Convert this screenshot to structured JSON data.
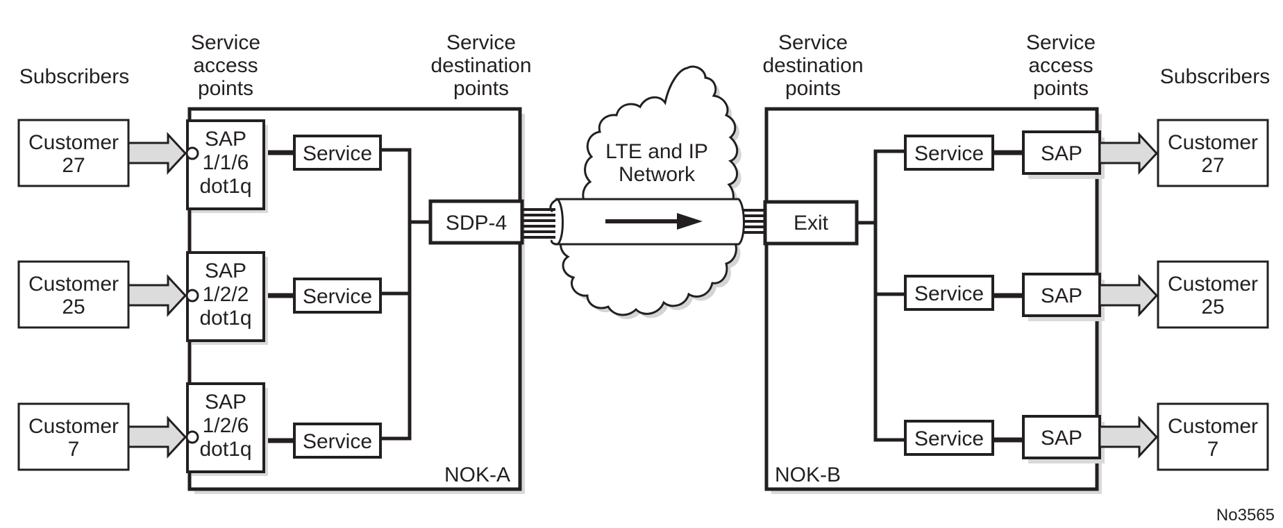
{
  "headers": {
    "left_subscribers": "Subscribers",
    "left_sap": [
      "Service",
      "access",
      "points"
    ],
    "left_sdp": [
      "Service",
      "destination",
      "points"
    ],
    "right_sdp": [
      "Service",
      "destination",
      "points"
    ],
    "right_sap": [
      "Service",
      "access",
      "points"
    ],
    "right_subscribers": "Subscribers"
  },
  "left_customers": [
    {
      "line1": "Customer",
      "line2": "27"
    },
    {
      "line1": "Customer",
      "line2": "25"
    },
    {
      "line1": "Customer",
      "line2": "7"
    }
  ],
  "left_saps": [
    {
      "line1": "SAP",
      "line2": "1/1/6",
      "line3": "dot1q"
    },
    {
      "line1": "SAP",
      "line2": "1/2/2",
      "line3": "dot1q"
    },
    {
      "line1": "SAP",
      "line2": "1/2/6",
      "line3": "dot1q"
    }
  ],
  "left_services": [
    "Service",
    "Service",
    "Service"
  ],
  "sdp_label": "SDP-4",
  "node_a": "NOK-A",
  "network": {
    "line1": "LTE and IP",
    "line2": "Network"
  },
  "exit_label": "Exit",
  "node_b": "NOK-B",
  "right_services": [
    "Service",
    "Service",
    "Service"
  ],
  "right_saps": [
    "SAP",
    "SAP",
    "SAP"
  ],
  "right_customers": [
    {
      "line1": "Customer",
      "line2": "27"
    },
    {
      "line1": "Customer",
      "line2": "25"
    },
    {
      "line1": "Customer",
      "line2": "7"
    }
  ],
  "figure_id": "No3565",
  "colors": {
    "stroke": "#231f20",
    "shadow": "#d9d9d9",
    "arrow_fill": "#dcdcdc"
  }
}
